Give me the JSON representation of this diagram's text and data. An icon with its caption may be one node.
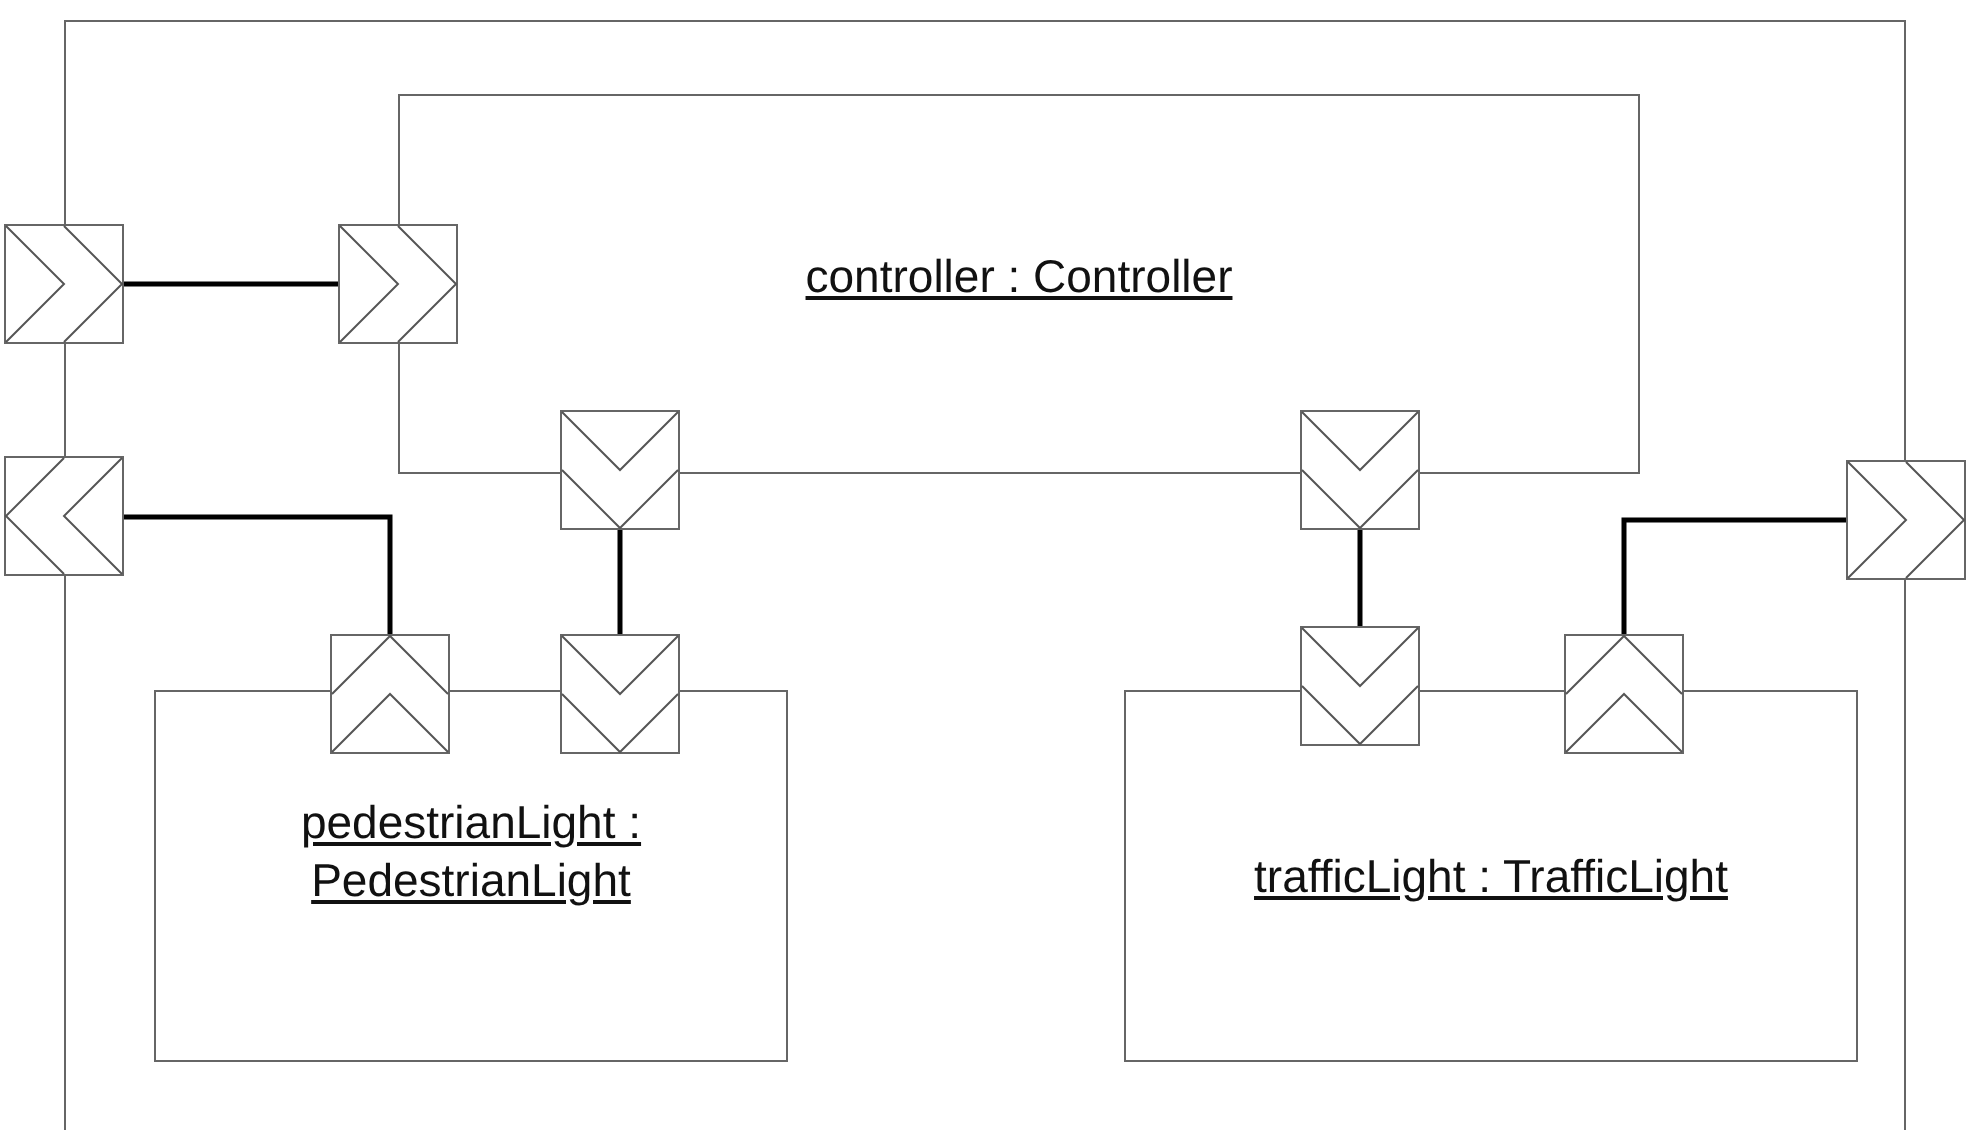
{
  "diagram": {
    "nodes": [
      {
        "text": [],
        "shape": "box"
      },
      {
        "text": [
          "controller : Controller"
        ],
        "in": 0
      },
      {
        "text": [
          "pedestrianLight : PedestrianLight"
        ],
        "in": 0
      },
      {
        "text": [
          "trafficLight : TrafficLight"
        ],
        "in": 0
      },
      {
        "text": [],
        "shape": "box"
      },
      {
        "text": [],
        "shape": "box",
        "in": 0
      },
      {
        "text": [],
        "shape": "box"
      },
      {
        "text": [],
        "shape": "box",
        "in": 0
      },
      {
        "text": [],
        "shape": "box",
        "in": 0
      },
      {
        "text": [],
        "shape": "box"
      },
      {
        "text": [],
        "shape": "box",
        "in": 0
      },
      {
        "text": [],
        "shape": "box",
        "in": 0
      },
      {
        "text": [],
        "shape": "box",
        "in": 0
      },
      {
        "text": [],
        "shape": "box",
        "in": 0
      }
    ],
    "edges": [
      {
        "from": 4,
        "to": 5,
        "arrow": "none"
      },
      {
        "from": 6,
        "to": 10,
        "arrow": "none"
      },
      {
        "from": 7,
        "to": 11,
        "arrow": "none"
      },
      {
        "from": 8,
        "to": 12,
        "arrow": "none"
      },
      {
        "from": 13,
        "to": 9,
        "arrow": "none"
      }
    ]
  }
}
